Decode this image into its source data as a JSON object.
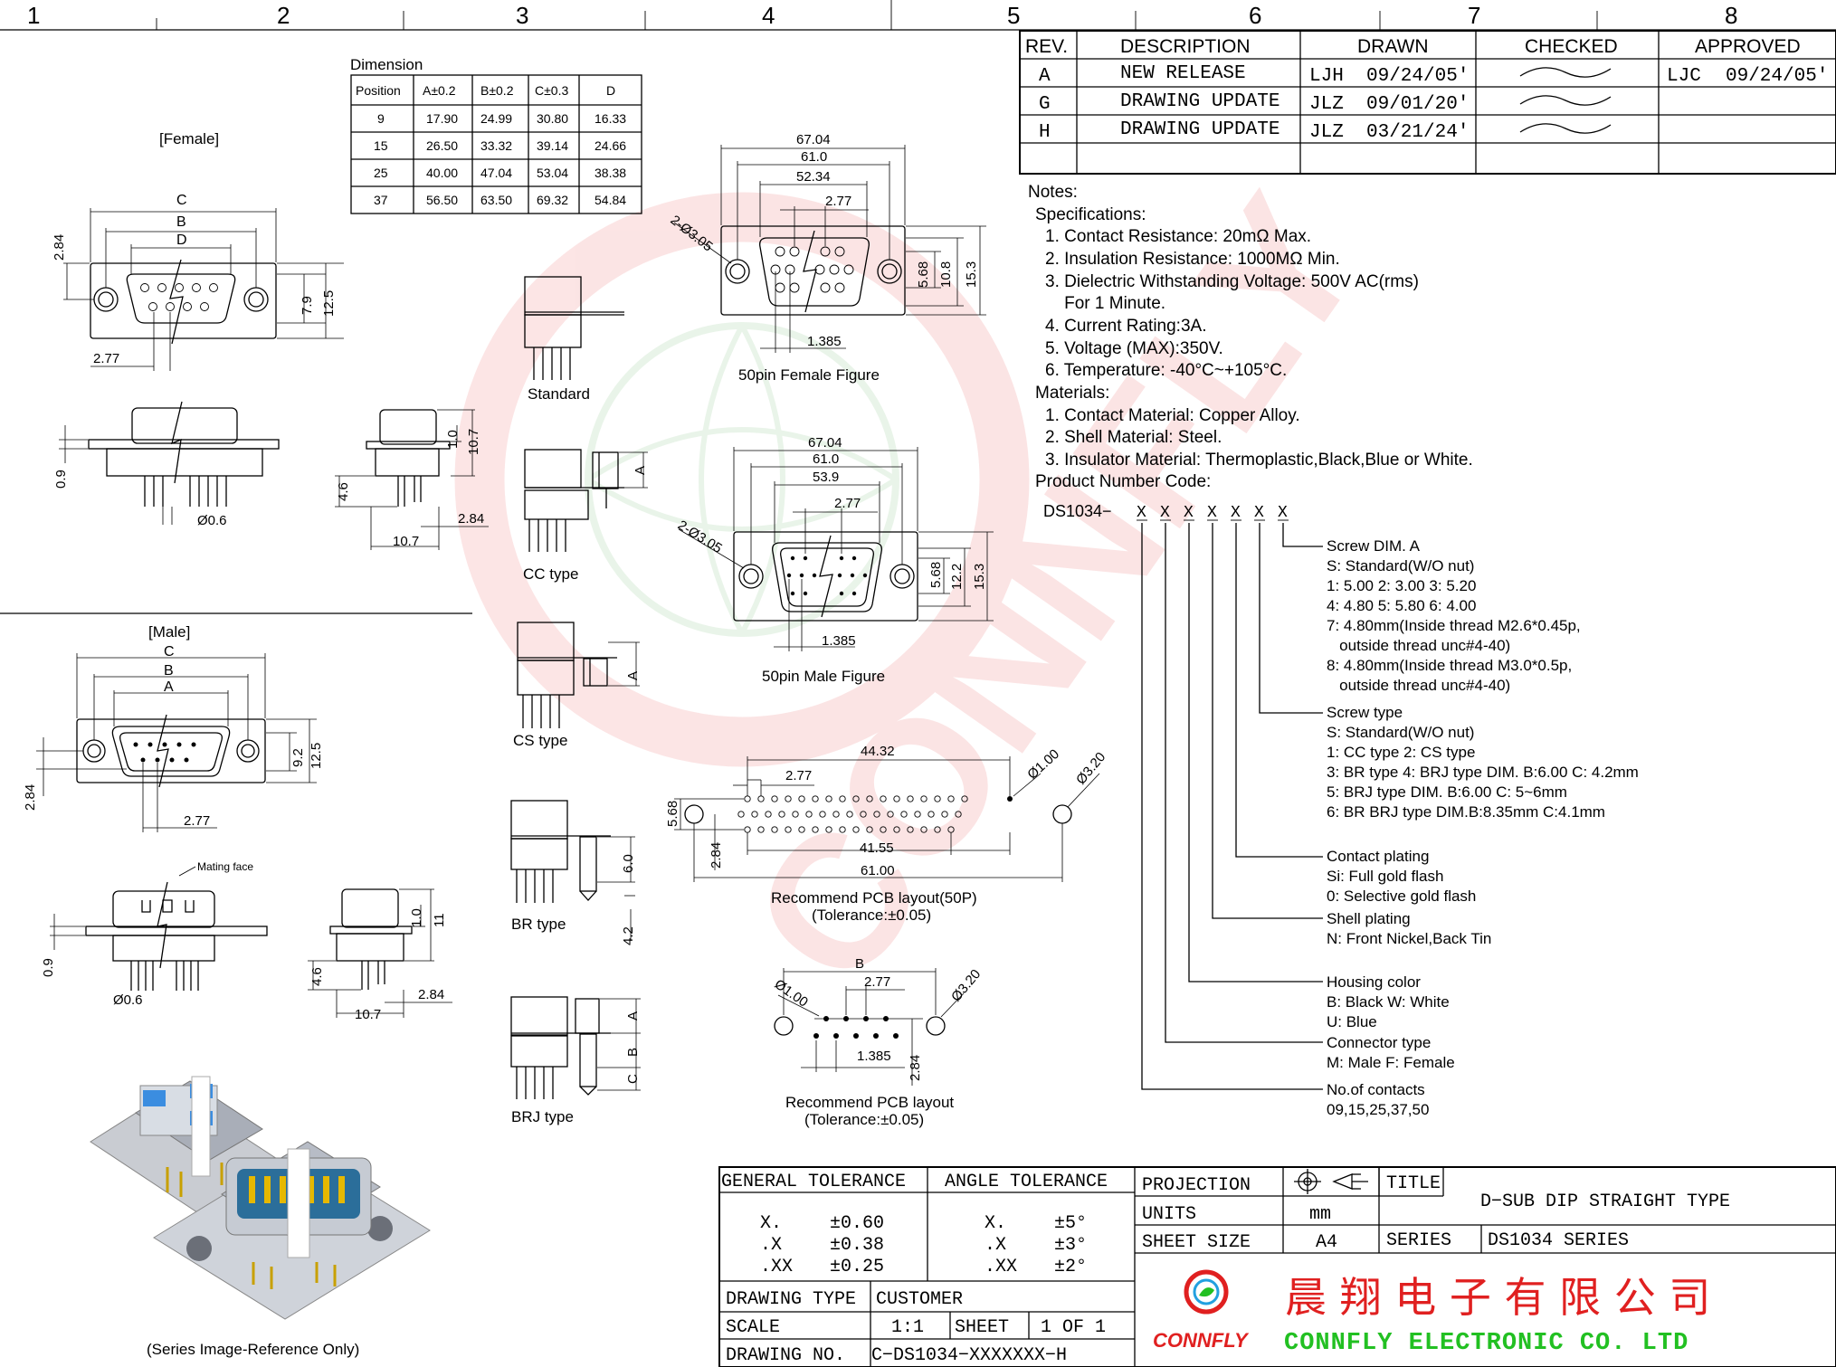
{
  "border": {
    "columns": [
      "1",
      "2",
      "3",
      "4",
      "5",
      "6",
      "7",
      "8"
    ]
  },
  "revision_table": {
    "headers": [
      "REV.",
      "DESCRIPTION",
      "DRAWN",
      "CHECKED",
      "APPROVED"
    ],
    "rows": [
      {
        "rev": "A",
        "desc": "NEW  RELEASE",
        "drawn_by": "LJH",
        "drawn_date": "09/24/05'",
        "approved_by": "LJC",
        "approved_date": "09/24/05'"
      },
      {
        "rev": "G",
        "desc": "DRAWING  UPDATE",
        "drawn_by": "JLZ",
        "drawn_date": "09/01/20'",
        "approved_by": "",
        "approved_date": ""
      },
      {
        "rev": "H",
        "desc": "DRAWING  UPDATE",
        "drawn_by": "JLZ",
        "drawn_date": "03/21/24'",
        "approved_by": "",
        "approved_date": ""
      }
    ]
  },
  "dimension_table": {
    "title": "Dimension",
    "headers": [
      "Position",
      "A±0.2",
      "B±0.2",
      "C±0.3",
      "D"
    ],
    "rows": [
      [
        "9",
        "17.90",
        "24.99",
        "30.80",
        "16.33"
      ],
      [
        "15",
        "26.50",
        "33.32",
        "39.14",
        "24.66"
      ],
      [
        "25",
        "40.00",
        "47.04",
        "53.04",
        "38.38"
      ],
      [
        "37",
        "56.50",
        "63.50",
        "69.32",
        "54.84"
      ]
    ]
  },
  "notes": {
    "heading": "Notes:",
    "spec_heading": "Specifications:",
    "specs": [
      "1. Contact Resistance: 20mΩ Max.",
      "2. Insulation Resistance: 1000MΩ Min.",
      "3. Dielectric Withstanding Voltage: 500V AC(rms)",
      "    For 1 Minute.",
      "4. Current Rating:3A.",
      "5. Voltage (MAX):350V.",
      "6. Temperature: -40°C~+105°C."
    ],
    "materials_heading": "Materials:",
    "materials": [
      "1. Contact Material: Copper Alloy.",
      "2. Shell Material: Steel.",
      "3. Insulator Material: Thermoplastic,Black,Blue or White."
    ],
    "pn_heading": "Product Number Code:",
    "pn_prefix": "DS1034−",
    "pn_x": "X"
  },
  "pn_code": [
    {
      "lines": [
        "Screw DIM. A",
        "S: Standard(W/O nut)",
        "1: 5.00  2: 3.00  3: 5.20",
        "4: 4.80  5: 5.80  6: 4.00",
        "7: 4.80mm(Inside thread M2.6*0.45p,",
        "   outside thread unc#4-40)",
        "8: 4.80mm(Inside thread M3.0*0.5p,",
        "   outside thread unc#4-40)"
      ]
    },
    {
      "lines": [
        "Screw type",
        "S: Standard(W/O nut)",
        "1: CC type   2: CS type",
        "3: BR type  4: BRJ type DIM. B:6.00 C: 4.2mm",
        "5: BRJ type DIM. B:6.00 C: 5~6mm",
        "6: BR BRJ type DIM.B:8.35mm C:4.1mm"
      ]
    },
    {
      "lines": [
        "Contact plating",
        "Si: Full gold flash",
        "0: Selective gold flash"
      ]
    },
    {
      "lines": [
        "Shell plating",
        "N: Front Nickel,Back Tin"
      ]
    },
    {
      "lines": [
        "Housing color",
        "B: Black  W: White",
        "U: Blue"
      ]
    },
    {
      "lines": [
        "Connector type",
        "M: Male  F: Female"
      ]
    },
    {
      "lines": [
        "No.of contacts",
        "09,15,25,37,50"
      ]
    }
  ],
  "views": {
    "female_label": "[Female]",
    "male_label": "[Male]",
    "mating_face": "Mating face",
    "series_image": "(Series Image-Reference Only)",
    "standard": "Standard",
    "cc_type": "CC type",
    "cs_type": "CS type",
    "br_type": "BR type",
    "brj_type": "BRJ type",
    "female_50": "50pin Female Figure",
    "male_50": "50pin Male Figure",
    "pcb_50_title": "Recommend PCB layout(50P)",
    "pcb_tol": "(Tolerance:±0.05)",
    "pcb_title": "Recommend PCB layout"
  },
  "dims": {
    "c": "C",
    "b": "B",
    "d": "D",
    "a": "A",
    "d284": "2.84",
    "d277": "2.77",
    "d79": "7.9",
    "d125": "12.5",
    "d09": "0.9",
    "d06": "Ø0.6",
    "d10": "1.0",
    "d107": "10.7",
    "d46": "4.6",
    "d11": "11",
    "d92": "9.2",
    "d6704": "67.04",
    "d610": "61.0",
    "d5234": "52.34",
    "d539": "53.9",
    "d1385": "1.385",
    "d568": "5.68",
    "d108": "10.8",
    "d153": "15.3",
    "d122": "12.2",
    "d2305": "2-Ø3.05",
    "d4432": "44.32",
    "d4155": "41.55",
    "d6100": "61.00",
    "d100": "Ø1.00",
    "d320": "Ø3.20",
    "d60": "6.0",
    "d42": "4.2"
  },
  "title_block": {
    "general_tol": "GENERAL  TOLERANCE",
    "angle_tol": "ANGLE  TOLERANCE",
    "gt_rows": [
      [
        "X.",
        "±0.60"
      ],
      [
        ".X",
        "±0.38"
      ],
      [
        ".XX",
        "±0.25"
      ]
    ],
    "at_rows": [
      [
        "X.",
        "±5°"
      ],
      [
        ".X",
        "±3°"
      ],
      [
        ".XX",
        "±2°"
      ]
    ],
    "projection": "PROJECTION",
    "units": "UNITS",
    "units_val": "mm",
    "sheet_size": "SHEET  SIZE",
    "sheet_size_val": "A4",
    "title_label": "TITLE",
    "title_val": "D−SUB  DIP  STRAIGHT  TYPE",
    "series_label": "SERIES",
    "series_val": "DS1034  SERIES",
    "drawing_type": "DRAWING  TYPE",
    "customer": "CUSTOMER",
    "scale": "SCALE",
    "scale_val": "1:1",
    "sheet": "SHEET",
    "sheet_val": "1  OF  1",
    "drawing_no": "DRAWING  NO.",
    "drawing_no_val": "C−DS1034−XXXXXXX−H",
    "company_cn": "晨 翔 电 子 有 限 公 司",
    "company_en": "CONNFLY ELECTRONIC CO. LTD",
    "logo_word": "CONNFLY",
    "watermark": "CONNFLY",
    "red": "#e02020",
    "green": "#22c022"
  }
}
